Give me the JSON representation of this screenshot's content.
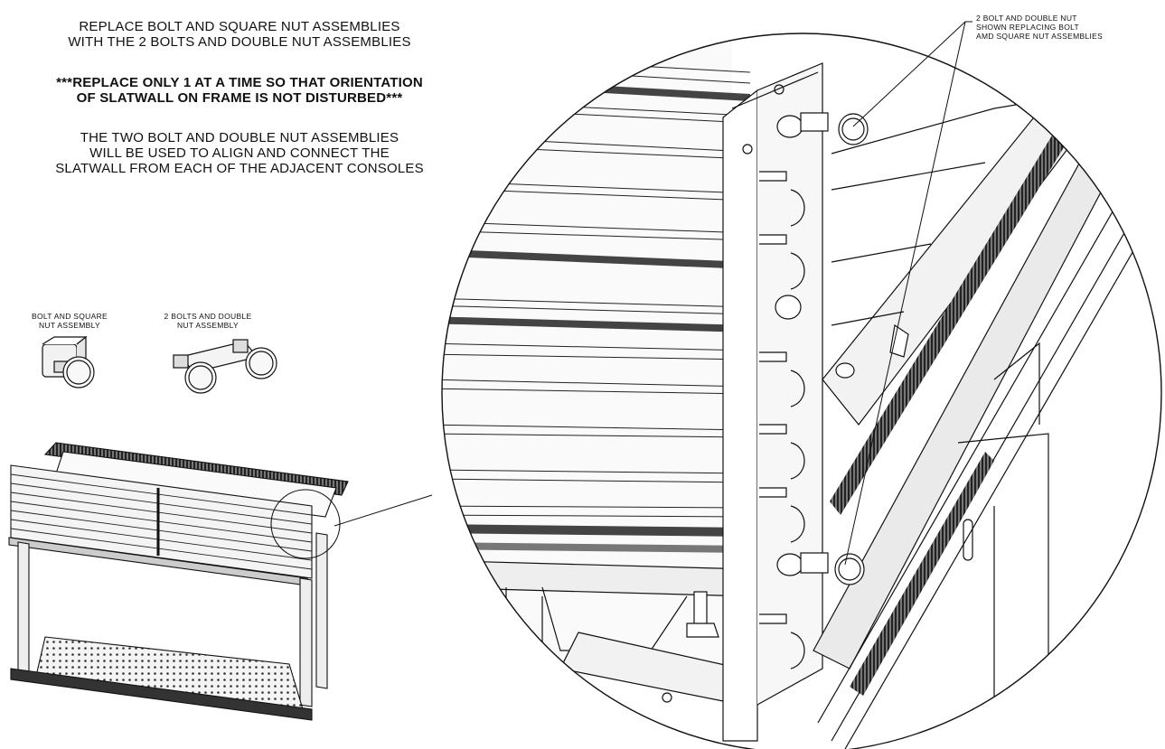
{
  "instructions": {
    "line1": "REPLACE BOLT AND SQUARE NUT ASSEMBLIES",
    "line2": "WITH THE 2 BOLTS AND DOUBLE NUT ASSEMBLIES",
    "warning1": "***REPLACE ONLY 1 AT A TIME SO THAT ORIENTATION",
    "warning2": "OF SLATWALL ON FRAME IS NOT DISTURBED***",
    "note1": "THE TWO BOLT AND DOUBLE NUT ASSEMBLIES",
    "note2": "WILL BE USED TO ALIGN AND CONNECT THE",
    "note3": "SLATWALL FROM EACH OF THE ADJACENT CONSOLES"
  },
  "labels": {
    "square_nut_1": "BOLT AND SQUARE",
    "square_nut_2": "NUT ASSEMBLY",
    "double_nut_1": "2 BOLTS AND DOUBLE",
    "double_nut_2": "NUT ASSEMBLY",
    "callout_1": "2 BOLT AND DOUBLE NUT",
    "callout_2": "SHOWN REPLACING BOLT",
    "callout_3": "AMD SQUARE NUT ASSEMBLIES"
  }
}
